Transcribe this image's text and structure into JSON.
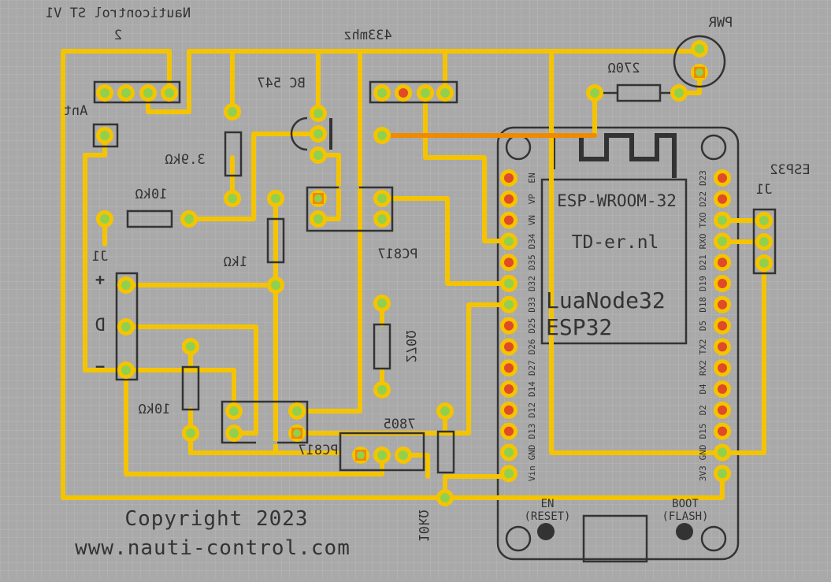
{
  "board_title": "Nauticontrol ST V1",
  "labels": {
    "header2": "2",
    "mhz": "433mhz",
    "pwr": "PWR",
    "ant": "Ant",
    "bc547": "BC 547",
    "r270_top": "270Ω",
    "r3k9": "3.9kΩ",
    "r10k_left": "10kΩ",
    "r1k": "1kΩ",
    "pc817_right": "PC817",
    "j1_left": "J1",
    "plus": "+",
    "d": "D",
    "minus": "−",
    "r270_mid": "270Ω",
    "r10k_lower": "10kΩ",
    "ic7805": "7805",
    "pc817_left": "PC817",
    "r10k_bottom": "10kΩ",
    "esp32": "ESP32",
    "j1_right": "J1",
    "copyright": "Copyright 2023",
    "website": "www.nauti-control.com"
  },
  "module": {
    "chip": "ESP-WROOM-32",
    "site": "TD-er.nl",
    "name1": "LuaNode32",
    "name2": "ESP32",
    "en_button": "EN",
    "en_sub": "(RESET)",
    "boot_button": "BOOT",
    "boot_sub": "(FLASH)",
    "left_pins": [
      "EN",
      "VP",
      "VN",
      "D34",
      "D35",
      "D32",
      "D33",
      "D25",
      "D26",
      "D27",
      "D14",
      "D12",
      "D13",
      "GND",
      "Vin"
    ],
    "right_pins": [
      "D23",
      "D22",
      "TXO",
      "RXO",
      "D21",
      "D19",
      "D18",
      "D5",
      "TX2",
      "RX2",
      "D4",
      "D2",
      "D15",
      "GND",
      "3V3"
    ]
  },
  "colors": {
    "board": "#a9a9a9",
    "trace": "#f5c400",
    "trace_alt": "#f08a00",
    "pad": "#8fd14f",
    "pad_unused": "#e04a26",
    "silkscreen": "#333333"
  }
}
